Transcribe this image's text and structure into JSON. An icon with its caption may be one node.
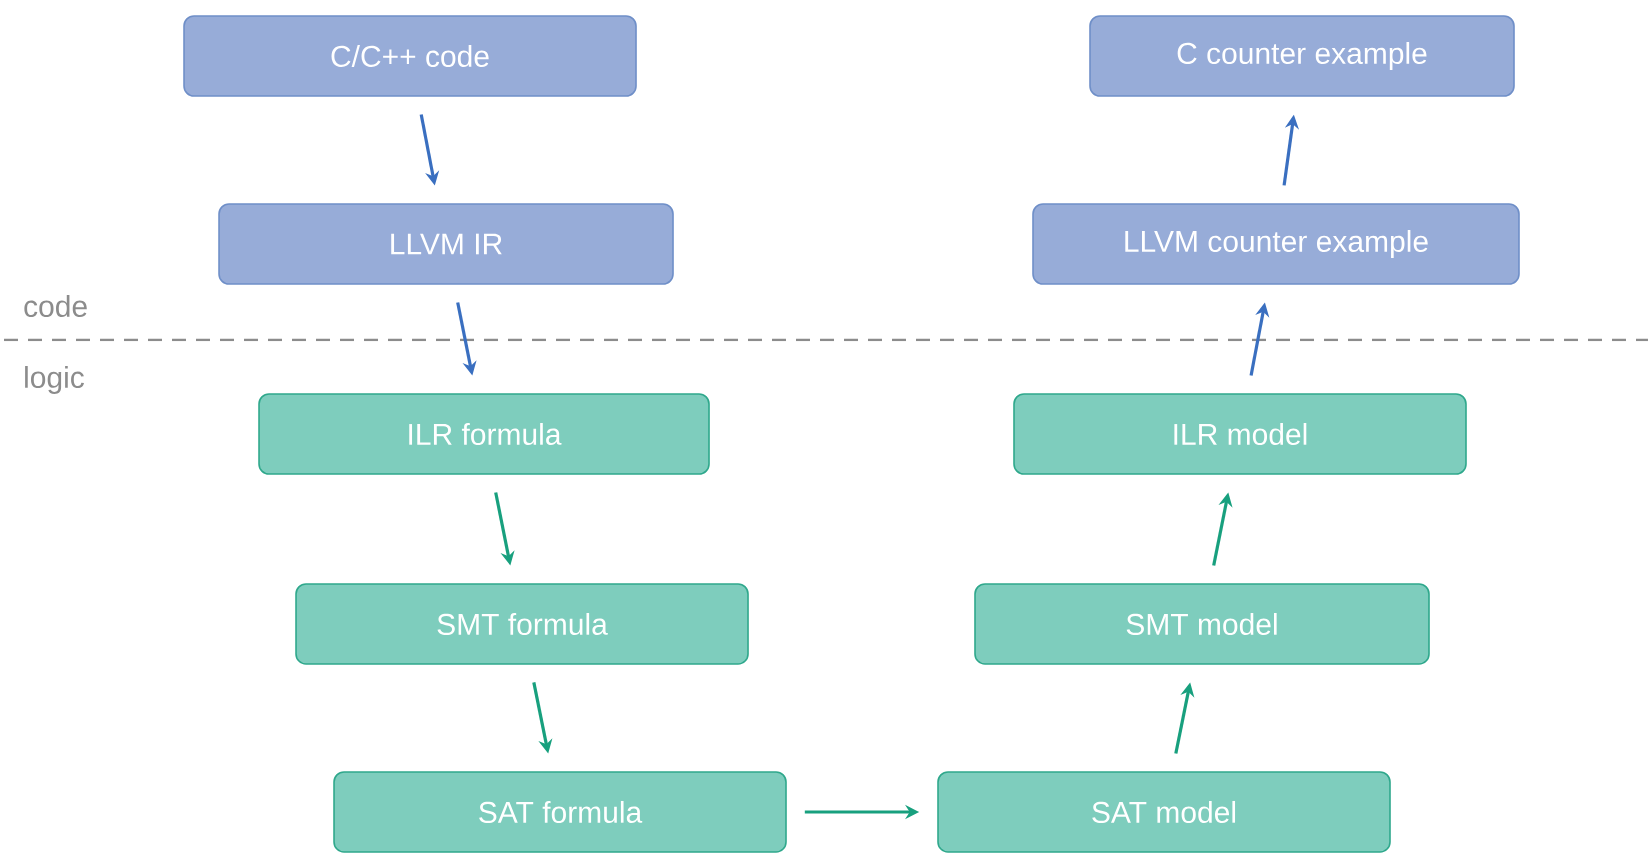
{
  "diagram": {
    "nodes": [
      {
        "text": [
          "C/C++ code"
        ]
      },
      {
        "text": [
          "LLVM IR"
        ]
      },
      {
        "text": [
          "ILR formula"
        ]
      },
      {
        "text": [
          "SMT formula"
        ]
      },
      {
        "text": [
          "SAT formula"
        ]
      },
      {
        "text": [
          "SAT model"
        ]
      },
      {
        "text": [
          "SMT model"
        ]
      },
      {
        "text": [
          "ILR model"
        ]
      },
      {
        "text": [
          "LLVM counter example"
        ]
      },
      {
        "text": [
          "C counter example"
        ]
      }
    ],
    "edges": [
      {
        "from": 0,
        "to": 1,
        "arrow": "to",
        "color": "#3a6fc0"
      },
      {
        "from": 1,
        "to": 2,
        "arrow": "to",
        "color": "#3a6fc0"
      },
      {
        "from": 2,
        "to": 3,
        "arrow": "to"
      },
      {
        "from": 3,
        "to": 4,
        "arrow": "to"
      },
      {
        "from": 4,
        "to": 5,
        "arrow": "to"
      },
      {
        "from": 5,
        "to": 6,
        "arrow": "to"
      },
      {
        "from": 6,
        "to": 7,
        "arrow": "to"
      },
      {
        "from": 7,
        "to": 8,
        "arrow": "to",
        "color": "#3a6fc0"
      },
      {
        "from": 8,
        "to": 9,
        "arrow": "to",
        "color": "#3a6fc0"
      }
    ],
    "labels": [
      "code",
      "logic"
    ]
  }
}
